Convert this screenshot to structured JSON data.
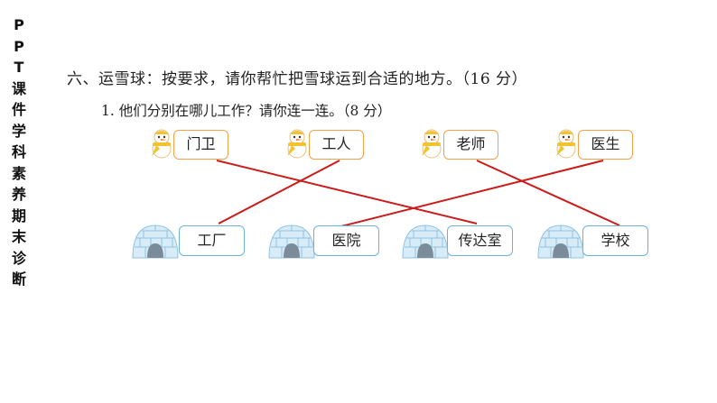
{
  "sidebar": {
    "chars": [
      "P",
      "P",
      "T",
      "课",
      "件",
      "学",
      "科",
      "素",
      "养",
      "期",
      "末",
      "诊",
      "断"
    ]
  },
  "question": {
    "title": "六、运雪球：按要求，请你帮忙把雪球运到合适的地方。（16 分）",
    "subtitle": "1.  他们分别在哪儿工作？请你连一连。（8 分）"
  },
  "people": [
    {
      "label": "门卫",
      "icon": "snowman-icon"
    },
    {
      "label": "工人",
      "icon": "snowman-icon"
    },
    {
      "label": "老师",
      "icon": "snowman-icon"
    },
    {
      "label": "医生",
      "icon": "snowman-icon"
    }
  ],
  "places": [
    {
      "label": "工厂",
      "icon": "igloo-icon"
    },
    {
      "label": "医院",
      "icon": "igloo-icon"
    },
    {
      "label": "传达室",
      "icon": "igloo-icon"
    },
    {
      "label": "学校",
      "icon": "igloo-icon"
    }
  ],
  "matches": [
    {
      "person": "门卫",
      "place": "传达室"
    },
    {
      "person": "工人",
      "place": "工厂"
    },
    {
      "person": "老师",
      "place": "学校"
    },
    {
      "person": "医生",
      "place": "医院"
    }
  ],
  "colors": {
    "line": "#cc1a1a",
    "person_border": "#f5a04a",
    "place_border": "#6cb2d8"
  }
}
